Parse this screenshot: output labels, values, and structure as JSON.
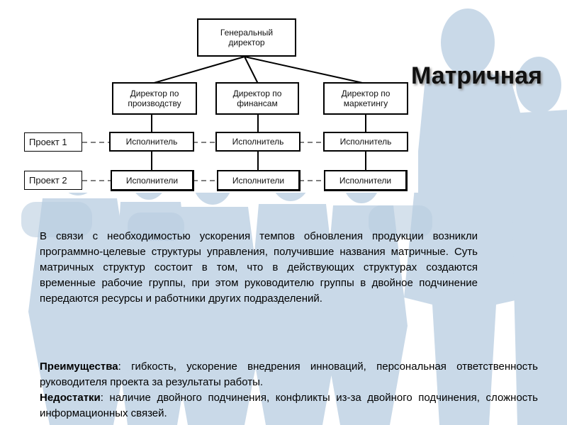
{
  "slide": {
    "title": "Матричная"
  },
  "org_chart": {
    "root": "Генеральный директор",
    "directors": [
      "Директор по производству",
      "Директор по финансам",
      "Директор по маркетингу"
    ],
    "project1": {
      "label": "Проект 1",
      "cells": [
        "Исполнитель",
        "Исполнитель",
        "Исполнитель"
      ]
    },
    "project2": {
      "label": "Проект 2",
      "cells": [
        "Исполнители",
        "Исполнители",
        "Исполнители"
      ]
    }
  },
  "description": "В связи с необходимостью ускорения темпов обновления продукции возникли программно-целевые структуры управления, получившие названия матричные. Суть матричных структур состоит в том, что в действующих структурах создаются временные рабочие группы, при этом руководителю группы в двойное подчинение передаются ресурсы и работники других подразделений.",
  "pros": {
    "label": "Преимущества",
    "text": ": гибкость, ускорение внедрения инноваций, персональная ответственность руководителя проекта за результаты работы."
  },
  "cons": {
    "label": "Недостатки",
    "text": ": наличие двойного подчинения, конфликты из-за двойного подчинения, сложность информационных связей."
  },
  "colors": {
    "silhouette": "#c6d6e6",
    "accent_shadow": "#888888"
  }
}
